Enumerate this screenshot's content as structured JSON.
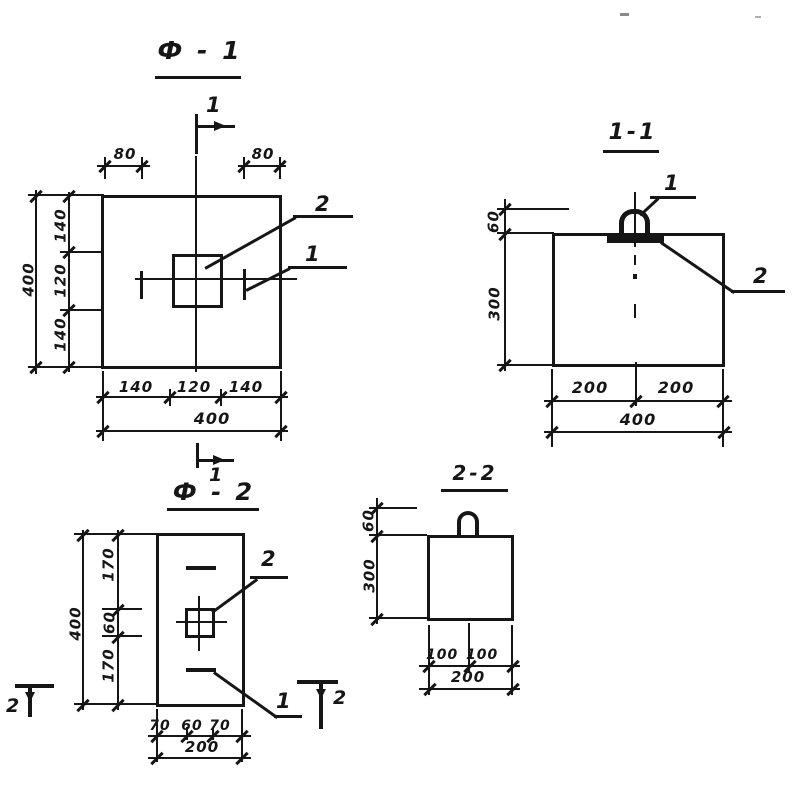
{
  "colors": {
    "ink": "#161616",
    "paper": "#ffffff"
  },
  "f1": {
    "title": "Ф - 1",
    "cut_top_label": "1",
    "cut_bottom_label": "1",
    "callout_2": "2",
    "callout_1": "1",
    "dim_top_left": "80",
    "dim_top_right": "80",
    "left_chain": [
      "140",
      "120",
      "140"
    ],
    "left_total": "400",
    "bottom_chain": [
      "140",
      "120",
      "140"
    ],
    "bottom_total": "400"
  },
  "s11": {
    "title": "1-1",
    "callout_loop": "1",
    "callout_plate": "2",
    "dim_loop_height": "60",
    "dim_body_height": "300",
    "bottom_chain": [
      "200",
      "200"
    ],
    "bottom_total": "400"
  },
  "f2": {
    "title": "Ф - 2",
    "callout_2": "2",
    "callout_1": "1",
    "cut_left_label": "2",
    "cut_right_label": "2",
    "left_chain": [
      "170",
      "60",
      "170"
    ],
    "left_total": "400",
    "bottom_chain": [
      "70",
      "60",
      "70"
    ],
    "bottom_total": "200"
  },
  "s22": {
    "title": "2-2",
    "dim_loop_height": "60",
    "dim_body_height": "300",
    "bottom_chain": [
      "100",
      "100"
    ],
    "bottom_total": "200"
  }
}
